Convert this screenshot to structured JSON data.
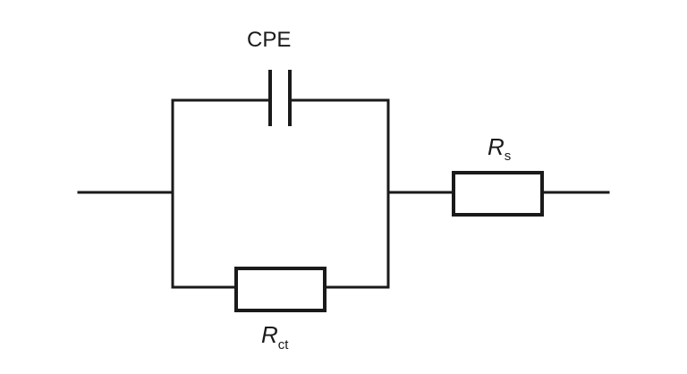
{
  "diagram": {
    "cpe_label": "CPE",
    "rs_label": {
      "main": "R",
      "sub": "s"
    },
    "rct_label": {
      "main": "R",
      "sub": "ct"
    }
  }
}
